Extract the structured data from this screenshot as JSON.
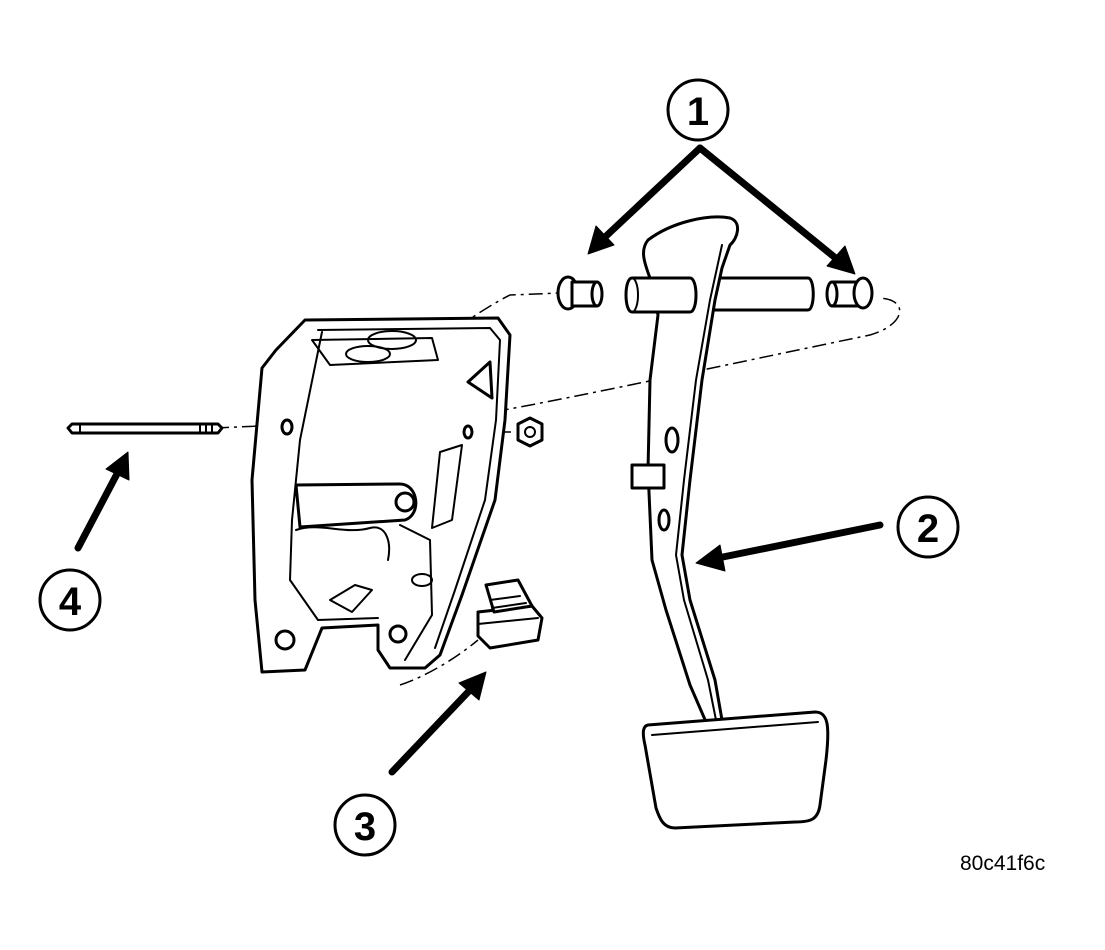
{
  "figure": {
    "figure_id": "80c41f6c",
    "callouts": [
      {
        "id": "1",
        "label": "1"
      },
      {
        "id": "2",
        "label": "2"
      },
      {
        "id": "3",
        "label": "3"
      },
      {
        "id": "4",
        "label": "4"
      }
    ],
    "line_color": "#000000",
    "background_color": "#ffffff"
  }
}
